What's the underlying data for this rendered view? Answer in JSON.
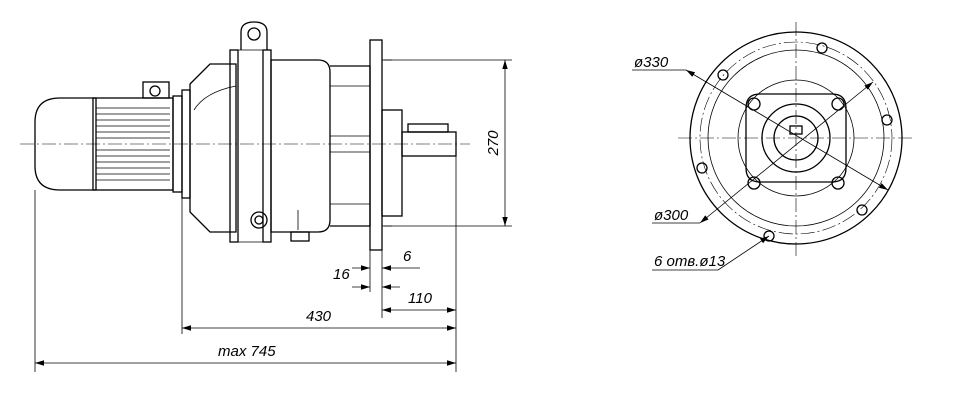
{
  "drawing": {
    "dimensions": {
      "height_flange": "270",
      "flange_thickness": "6",
      "spigot": "16",
      "shaft_length": "110",
      "gearbox_length": "430",
      "overall_length": "max 745",
      "flange_diameter": "ø330",
      "bolt_circle_diameter": "ø300",
      "holes": "6 отв.ø13"
    }
  }
}
